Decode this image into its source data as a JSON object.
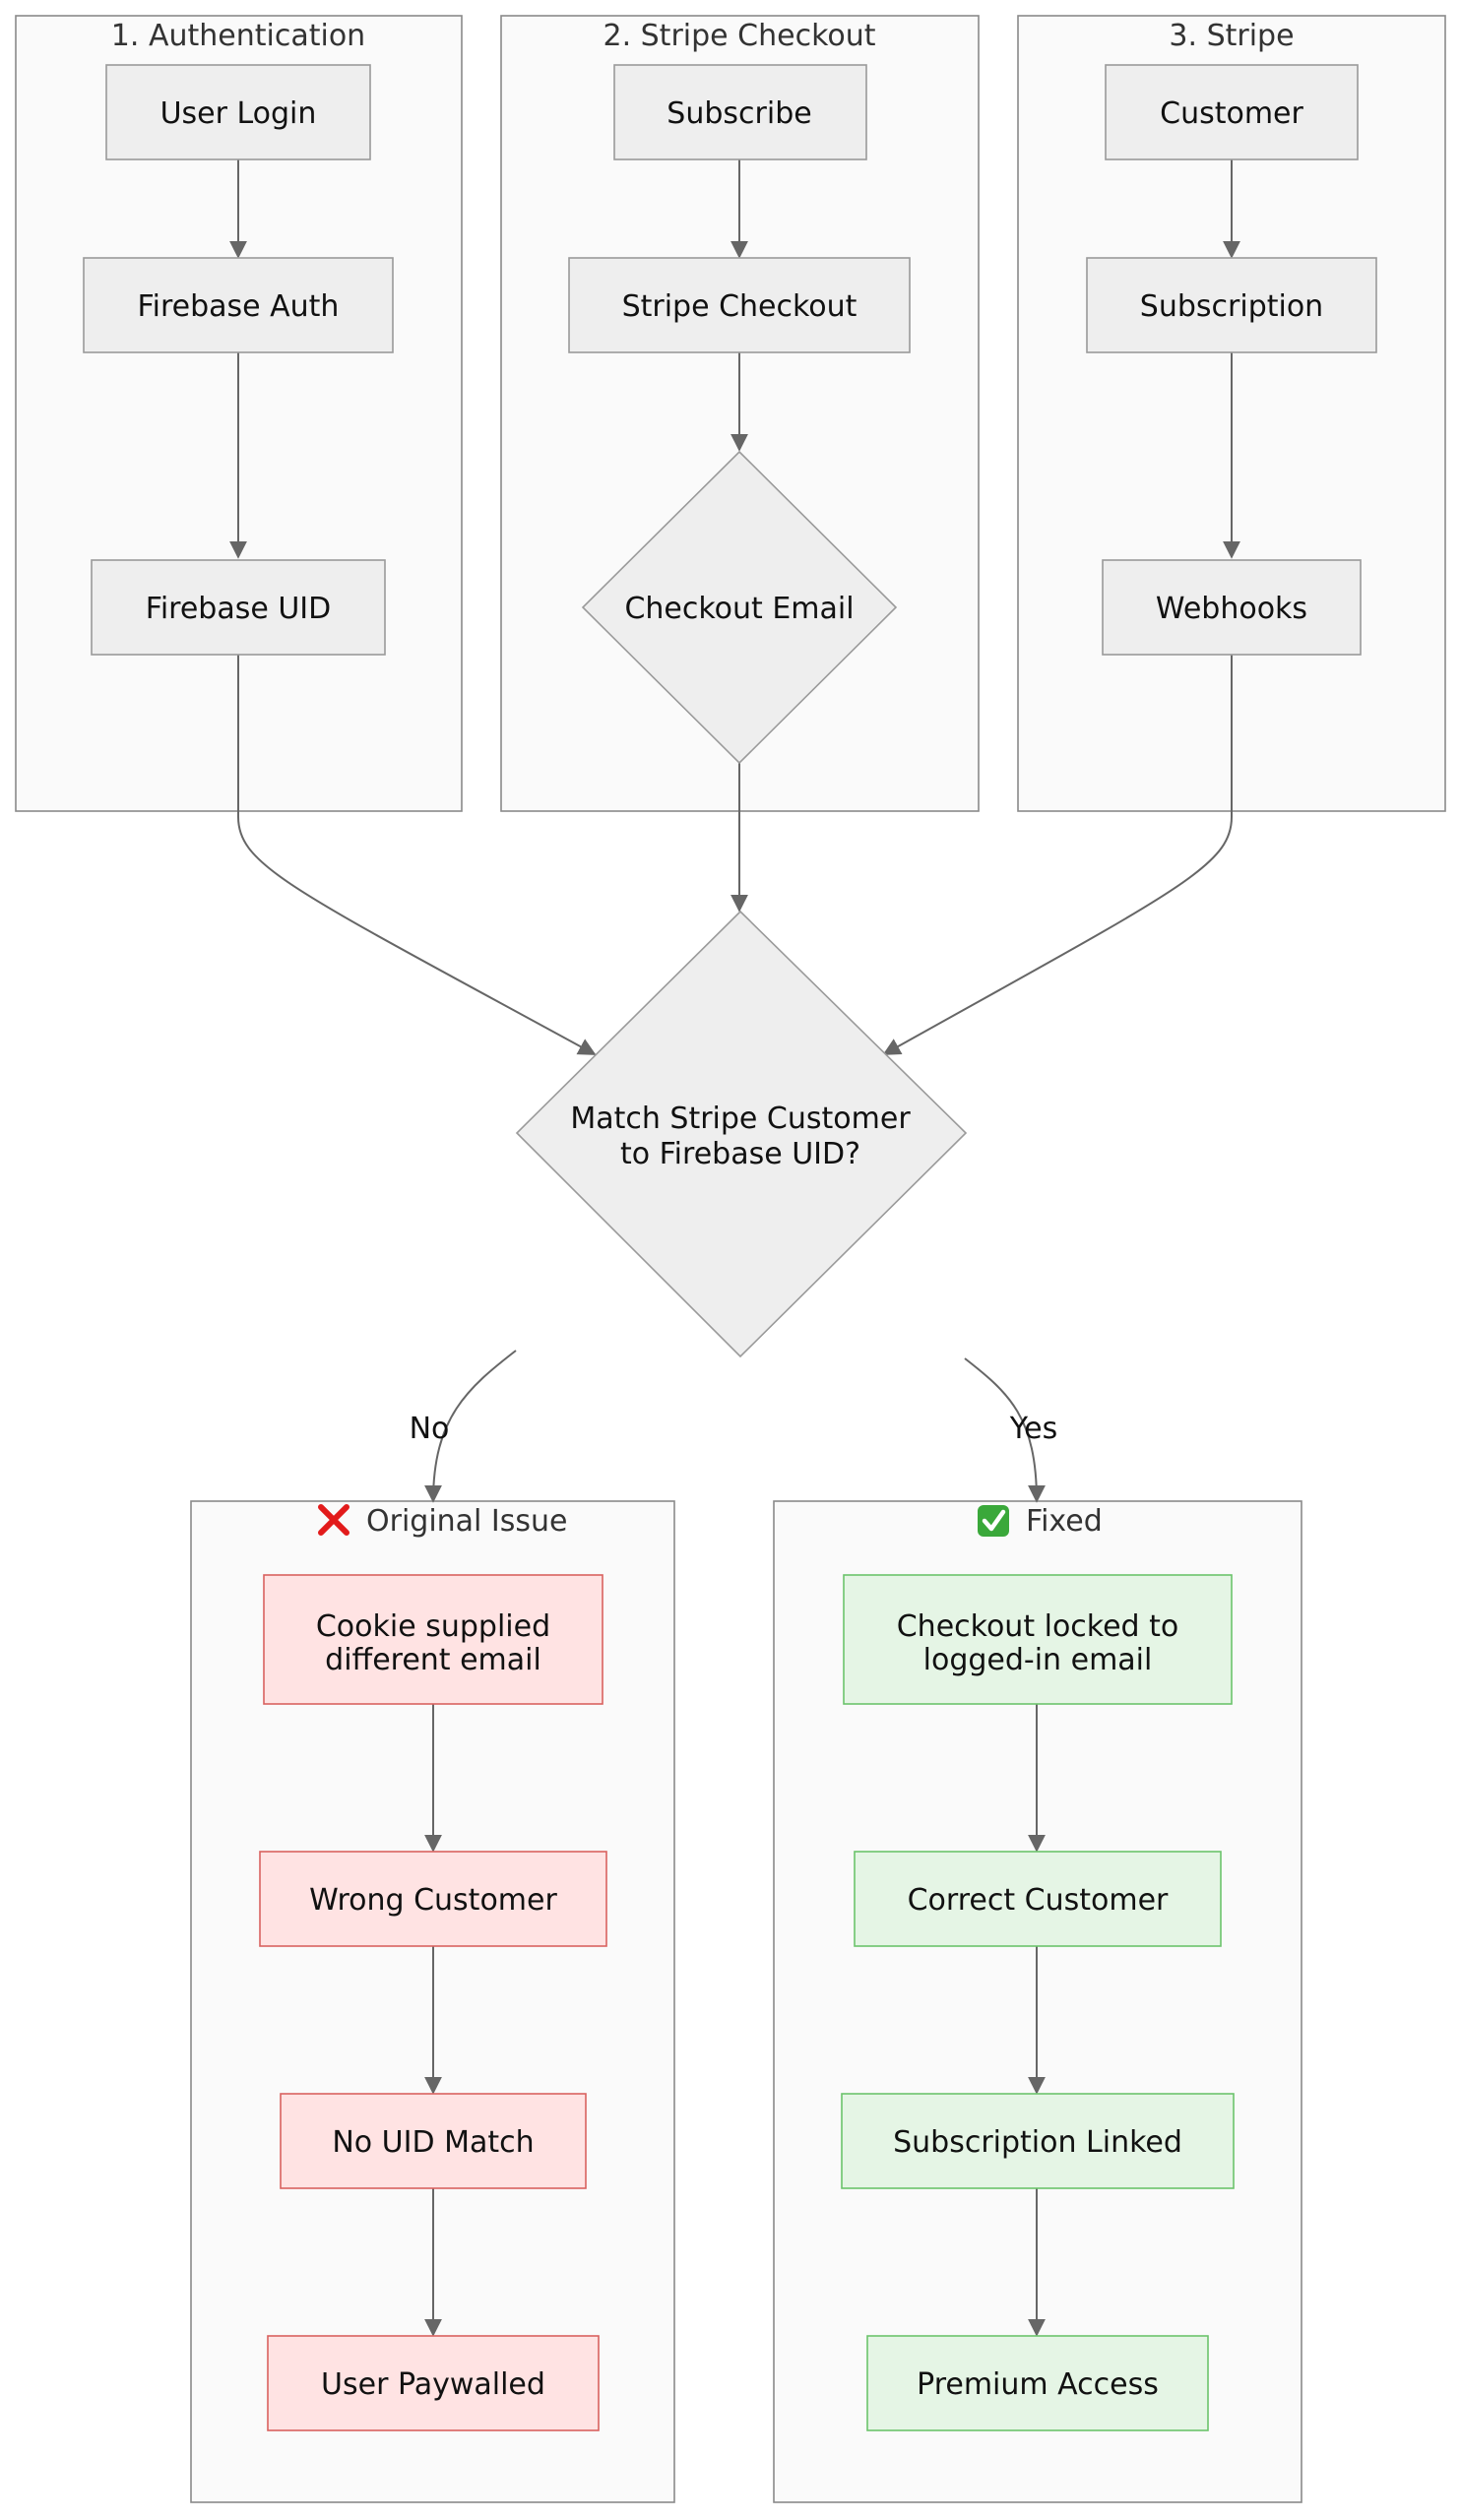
{
  "colors": {
    "cluster_fill": "#fafafa",
    "cluster_border": "#8a8a8a",
    "node_fill": "#eeeeee",
    "node_border": "#9a9a9a",
    "issue_fill": "#ffe3e3",
    "issue_border": "#d9625f",
    "fixed_fill": "#e5f5e5",
    "fixed_border": "#6cc46c",
    "edge": "#666666"
  },
  "clusters": {
    "auth": {
      "title": "1. Authentication"
    },
    "checkout": {
      "title": "2. Stripe Checkout"
    },
    "stripe": {
      "title": "3. Stripe"
    },
    "issue": {
      "title": "Original Issue",
      "icon": "cross-mark-icon"
    },
    "fixed": {
      "title": "Fixed",
      "icon": "check-mark-icon"
    }
  },
  "nodes": {
    "user_login": "User Login",
    "firebase_auth": "Firebase Auth",
    "firebase_uid": "Firebase UID",
    "subscribe": "Subscribe",
    "stripe_checkout": "Stripe Checkout",
    "checkout_email": "Checkout Email",
    "customer": "Customer",
    "subscription": "Subscription",
    "webhooks": "Webhooks",
    "match_line1": "Match Stripe Customer",
    "match_line2": "to Firebase UID?",
    "issue_cookie_line1": "Cookie supplied",
    "issue_cookie_line2": "different email",
    "issue_wrong_customer": "Wrong Customer",
    "issue_no_uid": "No UID Match",
    "issue_paywalled": "User Paywalled",
    "fixed_locked_line1": "Checkout locked to",
    "fixed_locked_line2": "logged-in email",
    "fixed_correct_customer": "Correct Customer",
    "fixed_subscription_linked": "Subscription Linked",
    "fixed_premium": "Premium Access"
  },
  "edge_labels": {
    "no": "No",
    "yes": "Yes"
  }
}
